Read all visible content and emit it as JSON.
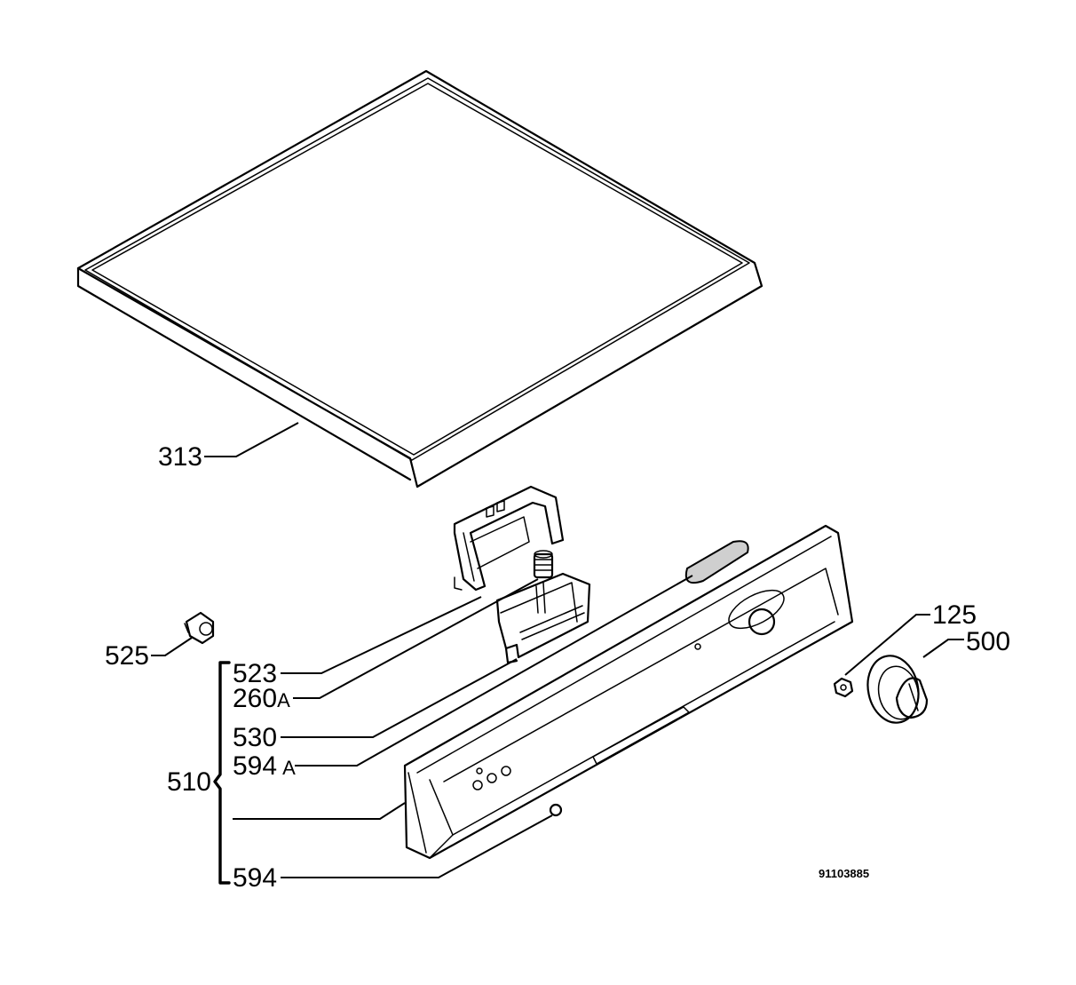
{
  "labels": {
    "p313": "313",
    "p525": "525",
    "p523": "523",
    "p260_num": "260",
    "p260_suffix": "A",
    "p530": "530",
    "p594a_num": "594",
    "p594a_suffix": "A",
    "p510": "510",
    "p594": "594",
    "p125": "125",
    "p500": "500"
  },
  "drawing_code": "91103885"
}
